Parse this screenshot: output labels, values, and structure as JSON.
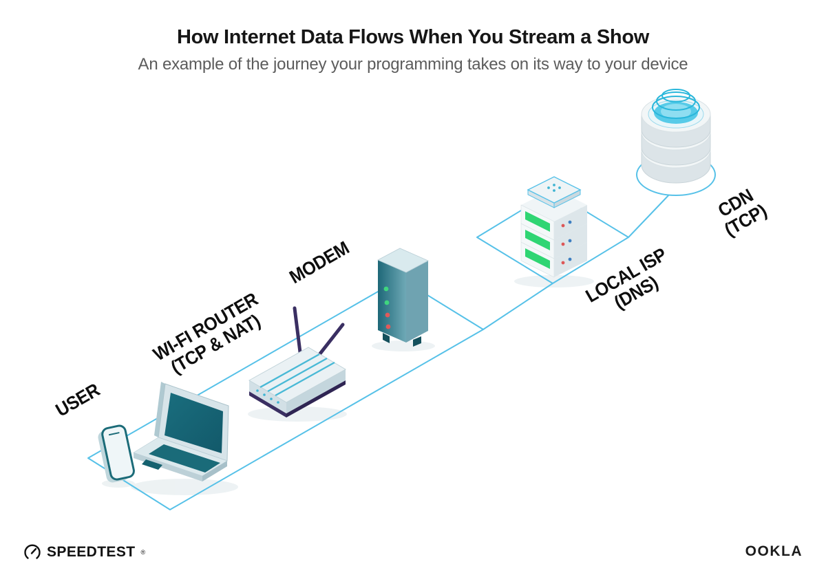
{
  "header": {
    "title": "How Internet Data Flows When You Stream a Show",
    "subtitle": "An example of the journey your programming takes on its way to your device"
  },
  "nodes": [
    {
      "id": "user",
      "label": "USER",
      "sublabel": "",
      "icon": "smartphone-and-laptop-icon"
    },
    {
      "id": "wifi-router",
      "label": "WI-FI ROUTER",
      "sublabel": "(TCP & NAT)",
      "icon": "wifi-router-icon"
    },
    {
      "id": "modem",
      "label": "MODEM",
      "sublabel": "",
      "icon": "modem-icon"
    },
    {
      "id": "local-isp",
      "label": "LOCAL ISP",
      "sublabel": "(DNS)",
      "icon": "server-rack-icon"
    },
    {
      "id": "cdn",
      "label": "CDN",
      "sublabel": "(TCP)",
      "icon": "database-cylinder-icon"
    }
  ],
  "footer": {
    "speedtest": "SPEEDTEST",
    "speedtest_mark": "®",
    "ookla": "OOKLA"
  },
  "colors": {
    "connector_cyan": "#56C1E8",
    "device_teal": "#1E6B7A",
    "led_green": "#2FD573",
    "led_red": "#E05A5A",
    "led_blue": "#3E7FC1",
    "antenna_purple": "#3A2F62",
    "cdn_turquoise": "#45C6E6"
  }
}
